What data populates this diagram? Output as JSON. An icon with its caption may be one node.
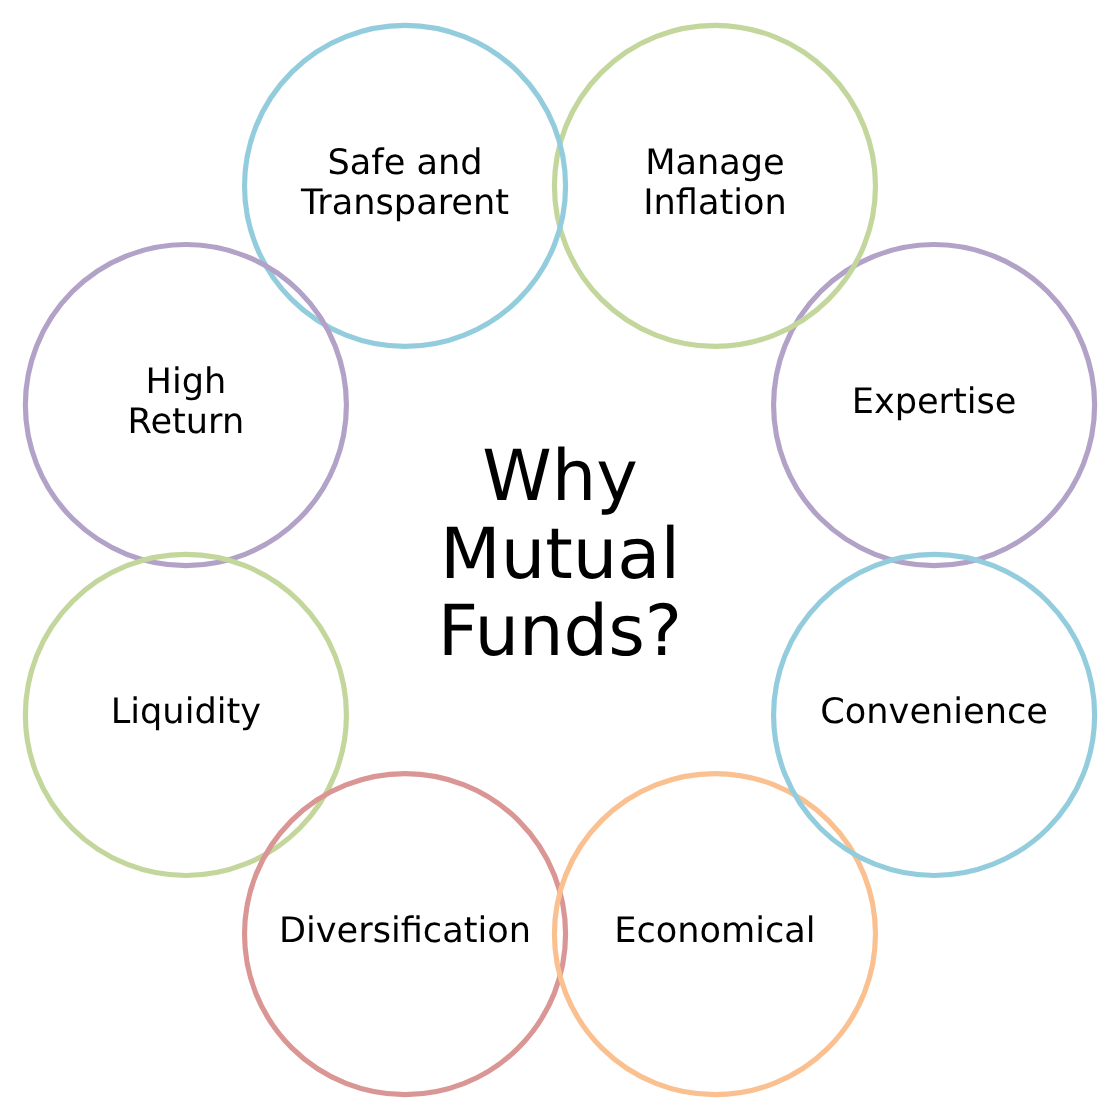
{
  "diagram": {
    "nodes": [
      {
        "text": [
          "Manage Inflation"
        ]
      },
      {
        "text": [
          "Expertise"
        ]
      },
      {
        "text": [
          "Convenience"
        ]
      },
      {
        "text": [
          "Economical"
        ]
      },
      {
        "text": [
          "Diversification"
        ]
      },
      {
        "text": [
          "Liquidity"
        ]
      },
      {
        "text": [
          "High Return"
        ]
      },
      {
        "text": [
          "Safe and Transparent"
        ]
      }
    ],
    "edges": [],
    "labels": [
      "Why Mutual Funds?"
    ]
  }
}
